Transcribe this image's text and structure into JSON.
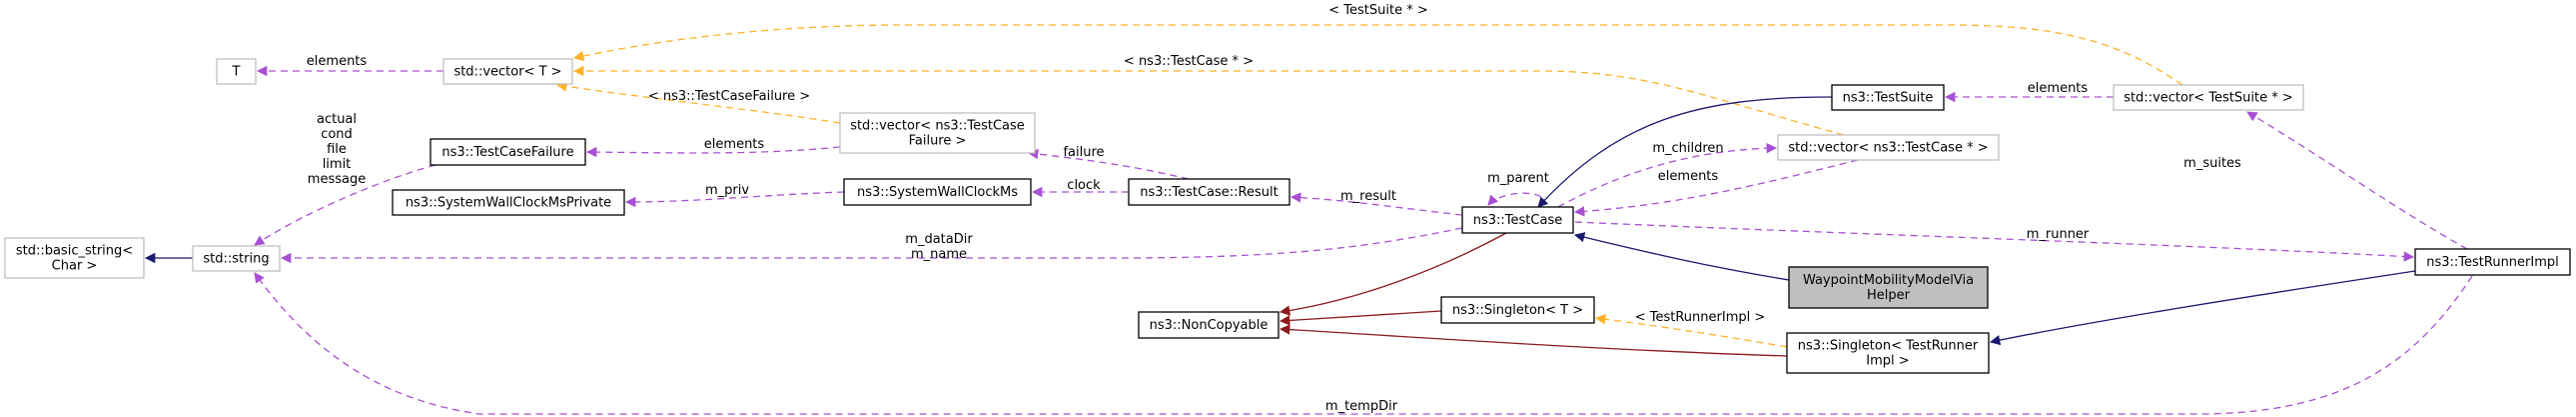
{
  "diagram": {
    "type": "collaboration-graph",
    "colors": {
      "usage": "#9a32cd",
      "template": "#ffa500",
      "public_inherit": "#191970",
      "private_inherit": "#8b1a1a",
      "focus_fill": "#bfbfbf",
      "external_border": "#bfbfbf",
      "internal_border": "#000000"
    },
    "nodes": [
      {
        "id": "T",
        "lines": [
          "T"
        ],
        "kind": "external"
      },
      {
        "id": "vectorT",
        "lines": [
          "std::vector< T >"
        ],
        "kind": "external"
      },
      {
        "id": "basicString",
        "lines": [
          "std::basic_string<",
          "Char >"
        ],
        "kind": "external"
      },
      {
        "id": "stdString",
        "lines": [
          "std::string"
        ],
        "kind": "external"
      },
      {
        "id": "testCaseFailure",
        "lines": [
          "ns3::TestCaseFailure"
        ],
        "kind": "internal"
      },
      {
        "id": "swcmPrivate",
        "lines": [
          "ns3::SystemWallClockMsPrivate"
        ],
        "kind": "internal"
      },
      {
        "id": "vectorTCF",
        "lines": [
          "std::vector< ns3::TestCase",
          "Failure >"
        ],
        "kind": "external"
      },
      {
        "id": "swcm",
        "lines": [
          "ns3::SystemWallClockMs"
        ],
        "kind": "internal"
      },
      {
        "id": "result",
        "lines": [
          "ns3::TestCase::Result"
        ],
        "kind": "internal"
      },
      {
        "id": "testCase",
        "lines": [
          "ns3::TestCase"
        ],
        "kind": "internal"
      },
      {
        "id": "nonCopyable",
        "lines": [
          "ns3::NonCopyable"
        ],
        "kind": "internal"
      },
      {
        "id": "singletonT",
        "lines": [
          "ns3::Singleton< T >"
        ],
        "kind": "internal"
      },
      {
        "id": "testSuite",
        "lines": [
          "ns3::TestSuite"
        ],
        "kind": "internal"
      },
      {
        "id": "vectorTC",
        "lines": [
          "std::vector< ns3::TestCase * >"
        ],
        "kind": "external"
      },
      {
        "id": "waypoint",
        "lines": [
          "WaypointMobilityModelVia",
          "Helper"
        ],
        "kind": "focus"
      },
      {
        "id": "singletonTRI",
        "lines": [
          "ns3::Singleton< TestRunner",
          "Impl >"
        ],
        "kind": "internal"
      },
      {
        "id": "vectorTS",
        "lines": [
          "std::vector< TestSuite * >"
        ],
        "kind": "external"
      },
      {
        "id": "testRunnerImpl",
        "lines": [
          "ns3::TestRunnerImpl"
        ],
        "kind": "internal"
      }
    ],
    "edges": [
      {
        "id": "e1",
        "from": "vectorT",
        "to": "T",
        "kind": "usage",
        "label": [
          "elements"
        ]
      },
      {
        "id": "e2",
        "from": "vectorTS",
        "to": "vectorT",
        "kind": "template",
        "label": [
          "< TestSuite * >"
        ]
      },
      {
        "id": "e3",
        "from": "vectorTC",
        "to": "vectorT",
        "kind": "template",
        "label": [
          "< ns3::TestCase * >"
        ]
      },
      {
        "id": "e4",
        "from": "vectorTCF",
        "to": "vectorT",
        "kind": "template",
        "label": [
          "< ns3::TestCaseFailure >"
        ]
      },
      {
        "id": "e5",
        "from": "stdString",
        "to": "basicString",
        "kind": "inherit",
        "label": []
      },
      {
        "id": "e6",
        "from": "testCaseFailure",
        "to": "stdString",
        "kind": "usage",
        "label": [
          "actual",
          "cond",
          "file",
          "limit",
          "message"
        ]
      },
      {
        "id": "e7",
        "from": "vectorTCF",
        "to": "testCaseFailure",
        "kind": "usage",
        "label": [
          "elements"
        ]
      },
      {
        "id": "e8",
        "from": "swcm",
        "to": "swcmPrivate",
        "kind": "usage",
        "label": [
          "m_priv"
        ]
      },
      {
        "id": "e9",
        "from": "result",
        "to": "vectorTCF",
        "kind": "usage",
        "label": [
          "failure"
        ]
      },
      {
        "id": "e10",
        "from": "result",
        "to": "swcm",
        "kind": "usage",
        "label": [
          "clock"
        ]
      },
      {
        "id": "e11",
        "from": "testCase",
        "to": "result",
        "kind": "usage",
        "label": [
          "m_result"
        ]
      },
      {
        "id": "e12",
        "from": "testCase",
        "to": "stdString",
        "kind": "usage",
        "label": [
          "m_dataDir",
          "m_name"
        ]
      },
      {
        "id": "e13",
        "from": "testCase",
        "to": "testCase",
        "kind": "usage",
        "label": [
          "m_parent"
        ]
      },
      {
        "id": "e14",
        "from": "testCase",
        "to": "vectorTC",
        "kind": "usage",
        "label": [
          "m_children"
        ]
      },
      {
        "id": "e15",
        "from": "vectorTC",
        "to": "testCase",
        "kind": "usage",
        "label": [
          "elements"
        ]
      },
      {
        "id": "e16",
        "from": "testSuite",
        "to": "testCase",
        "kind": "inherit",
        "label": []
      },
      {
        "id": "e17",
        "from": "waypoint",
        "to": "testCase",
        "kind": "inherit",
        "label": []
      },
      {
        "id": "e18",
        "from": "testCase",
        "to": "testRunnerImpl",
        "kind": "usage",
        "label": [
          "m_runner"
        ]
      },
      {
        "id": "e19",
        "from": "testCase",
        "to": "nonCopyable",
        "kind": "private",
        "label": []
      },
      {
        "id": "e20",
        "from": "singletonT",
        "to": "nonCopyable",
        "kind": "private",
        "label": []
      },
      {
        "id": "e21",
        "from": "singletonTRI",
        "to": "nonCopyable",
        "kind": "private",
        "label": []
      },
      {
        "id": "e22",
        "from": "singletonTRI",
        "to": "singletonT",
        "kind": "template",
        "label": [
          "< TestRunnerImpl >"
        ]
      },
      {
        "id": "e23",
        "from": "vectorTS",
        "to": "testSuite",
        "kind": "usage",
        "label": [
          "elements"
        ]
      },
      {
        "id": "e24",
        "from": "testRunnerImpl",
        "to": "vectorTS",
        "kind": "usage",
        "label": [
          "m_suites"
        ]
      },
      {
        "id": "e25",
        "from": "testRunnerImpl",
        "to": "singletonTRI",
        "kind": "inherit",
        "label": []
      },
      {
        "id": "e26",
        "from": "testRunnerImpl",
        "to": "stdString",
        "kind": "usage",
        "label": [
          "m_tempDir"
        ]
      }
    ]
  }
}
